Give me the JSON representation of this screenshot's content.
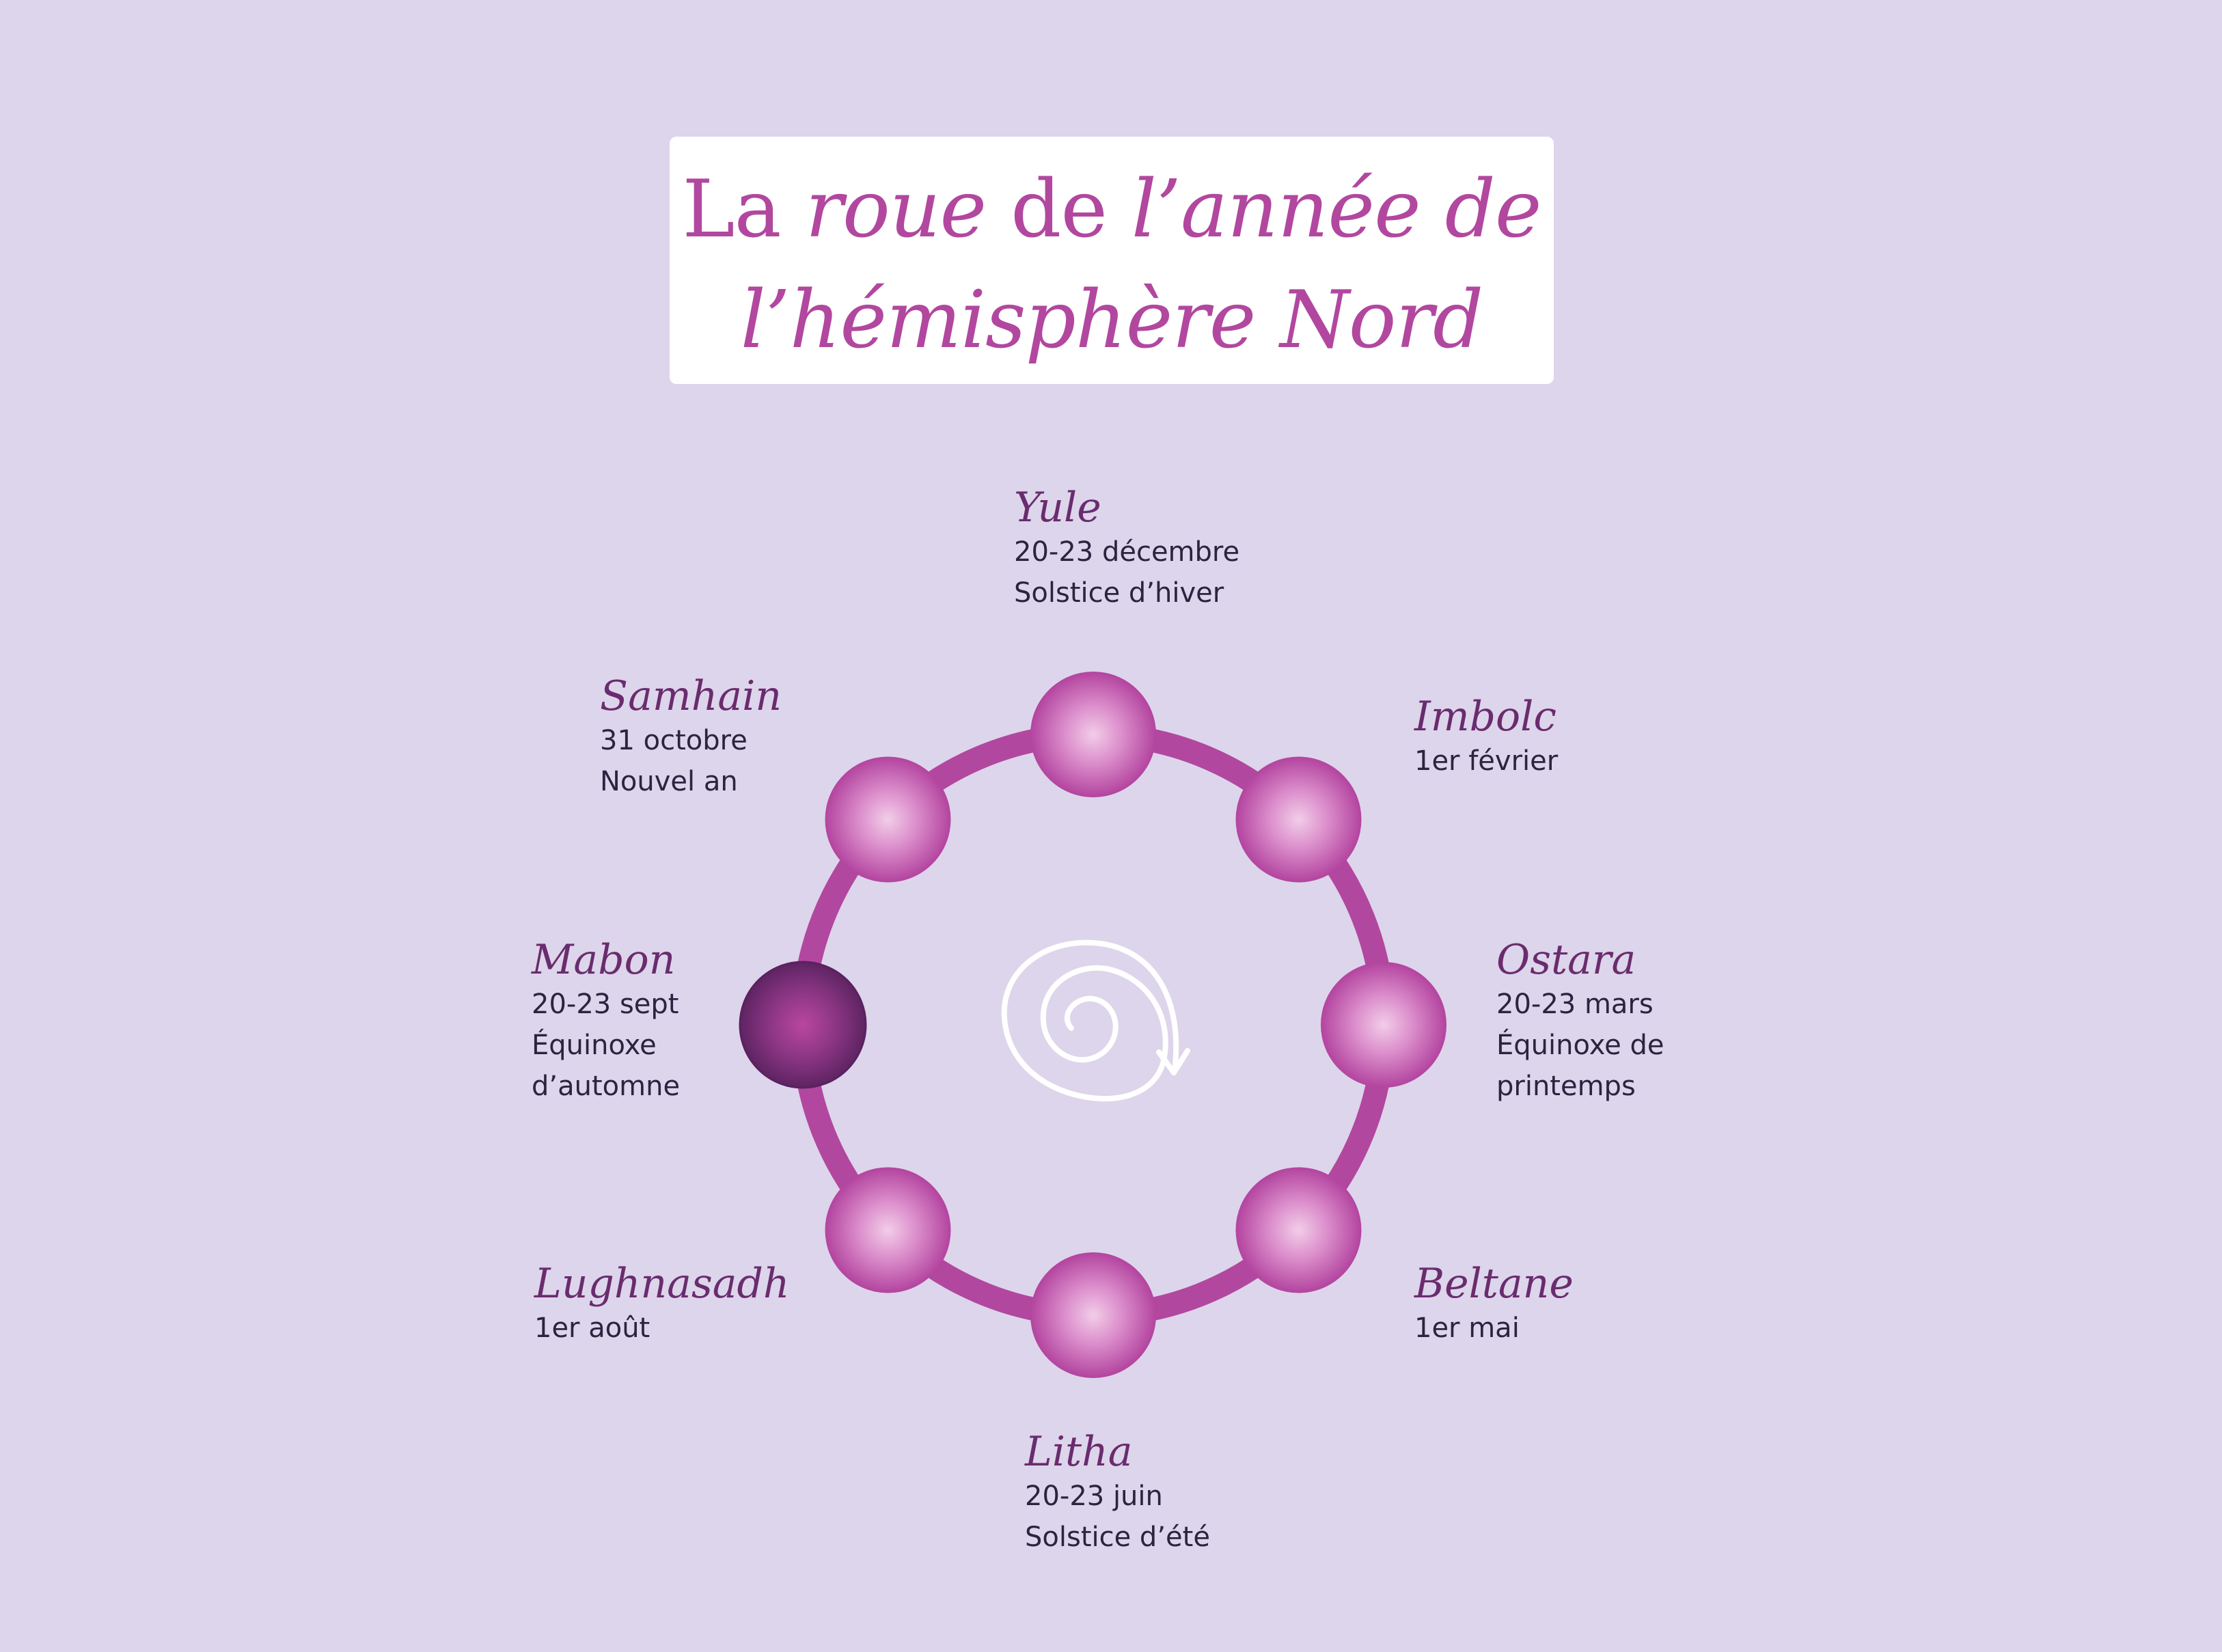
{
  "title": {
    "line1_part1": "La ",
    "line1_part2": "roue",
    "line1_part3": " de ",
    "line1_part4": "l’année de",
    "line2": "l’hémisphère Nord"
  },
  "colors": {
    "background": "#ddd5eb",
    "accent": "#b2479f",
    "label_name": "#6a2c6e",
    "label_text": "#2b2440",
    "highlight_node": "#7a2f76"
  },
  "center_icon": "spiral-arrow-icon",
  "sabbats": [
    {
      "name": "Yule",
      "lines": [
        "20-23 décembre",
        "Solstice d’hiver"
      ],
      "highlighted": false
    },
    {
      "name": "Imbolc",
      "lines": [
        "1er février"
      ],
      "highlighted": false
    },
    {
      "name": "Ostara",
      "lines": [
        "20-23 mars",
        "Équinoxe de",
        "printemps"
      ],
      "highlighted": false
    },
    {
      "name": "Beltane",
      "lines": [
        "1er mai"
      ],
      "highlighted": false
    },
    {
      "name": "Litha",
      "lines": [
        "20-23 juin",
        "Solstice d’été"
      ],
      "highlighted": false
    },
    {
      "name": "Lughnasadh",
      "lines": [
        "1er août"
      ],
      "highlighted": false
    },
    {
      "name": "Mabon",
      "lines": [
        "20-23 sept",
        "Équinoxe",
        "d’automne"
      ],
      "highlighted": true
    },
    {
      "name": "Samhain",
      "lines": [
        "31 octobre",
        "Nouvel an"
      ],
      "highlighted": false
    }
  ]
}
